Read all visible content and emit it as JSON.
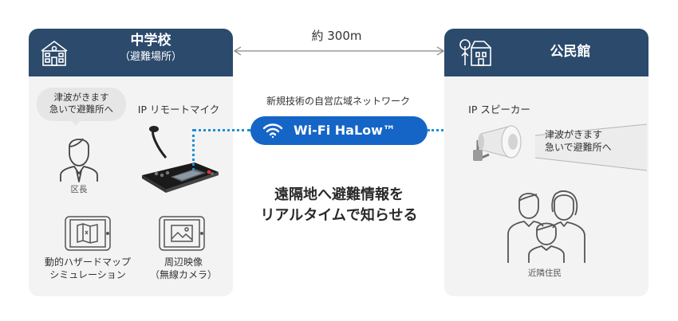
{
  "school": {
    "title": "中学校",
    "subtitle": "（避難場所）",
    "bubble_line1": "津波がきます",
    "bubble_line2": "急いで避難所へ",
    "mic_label": "IP リモートマイク",
    "chief_label": "区長",
    "hazard_line1": "動的ハザードマップ",
    "hazard_line2": "シミュレーション",
    "camera_line1": "周辺映像",
    "camera_line2": "（無線カメラ）"
  },
  "distance_label": "約 300m",
  "network": {
    "caption": "新規技術の自営広域ネットワーク",
    "badge_label": "Wi-Fi HaLow™"
  },
  "message": {
    "line1": "遠隔地へ避難情報を",
    "line2": "リアルタイムで知らせる"
  },
  "hall": {
    "title": "公民館",
    "speaker_label": "IP スピーカー",
    "announce_line1": "津波がきます",
    "announce_line2": "急いで避難所へ",
    "residents_label": "近隣住民"
  },
  "colors": {
    "header_navy": "#2b4a6c",
    "badge_blue": "#1565c7",
    "dotted_line": "#1f8fd6",
    "card_bg": "#f3f3f3"
  }
}
